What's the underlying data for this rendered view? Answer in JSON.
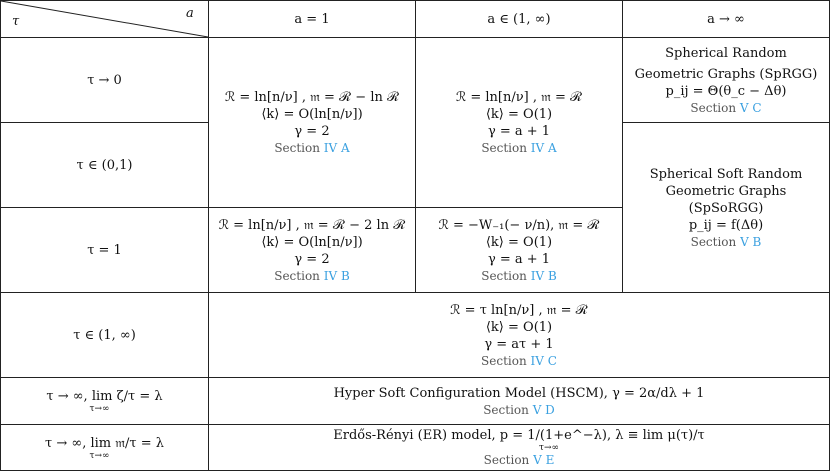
{
  "header": {
    "corner_top": "a",
    "corner_bottom": "τ",
    "col1": "a = 1",
    "col2": "a ∈ (1, ∞)",
    "col3": "a → ∞"
  },
  "rows": {
    "r1": "τ → 0",
    "r2": "τ ∈ (0,1)",
    "r3": "τ = 1",
    "r4": "τ ∈ (1, ∞)",
    "r5": "τ → ∞, lim ζ/τ = λ",
    "r5_sub": "τ→∞",
    "r6": "τ → ∞, lim 𝔪/τ = λ",
    "r6_sub": "τ→∞"
  },
  "cells": {
    "c12_col1": {
      "l1": "ℛ = ln[n/ν] , 𝔪 = ℛ − ln ℛ",
      "l2": "⟨k⟩ = O(ln[n/ν])",
      "l3": "γ = 2",
      "sec": "Section",
      "ref": "IV A"
    },
    "c12_col2": {
      "l1": "ℛ = ln[n/ν] , 𝔪 = ℛ",
      "l2": "⟨k⟩ = O(1)",
      "l3": "γ = a + 1",
      "sec": "Section",
      "ref": "IV A"
    },
    "c1_col3": {
      "l1": "Spherical Random",
      "l2": "Geometric Graphs (SpRGG)",
      "l3": "p_ij = Θ(θ_c − Δθ)",
      "sec": "Section",
      "ref": "V C"
    },
    "c3_col1": {
      "l1": "ℛ = ln[n/ν] , 𝔪 = ℛ − 2 ln ℛ",
      "l2": "⟨k⟩ = O(ln[n/ν])",
      "l3": "γ = 2",
      "sec": "Section",
      "ref": "IV B"
    },
    "c3_col2": {
      "l1": "ℛ = −W₋₁(− ν/n), 𝔪 = ℛ",
      "l2": "⟨k⟩ = O(1)",
      "l3": "γ = a + 1",
      "sec": "Section",
      "ref": "IV B"
    },
    "c234_col3": {
      "l1": "Spherical Soft Random",
      "l2": "Geometric Graphs",
      "l3": "(SpSoRGG)",
      "l4": "p_ij = f(Δθ)",
      "sec": "Section",
      "ref": "V B"
    },
    "c4_span": {
      "l1": "ℛ = τ ln[n/ν] , 𝔪 = ℛ",
      "l2": "⟨k⟩ = O(1)",
      "l3": "γ = aτ + 1",
      "sec": "Section",
      "ref": "IV C"
    },
    "c5_span": {
      "l1": "Hyper Soft Configuration Model (HSCM), γ = 2α/dλ + 1",
      "sec": "Section",
      "ref": "V D"
    },
    "c6_span": {
      "l1": "Erdős-Rényi (ER) model, p = 1/(1+e^−λ), λ ≡ lim μ(τ)/τ",
      "sub": "τ→∞",
      "sec": "Section",
      "ref": "V E"
    }
  }
}
